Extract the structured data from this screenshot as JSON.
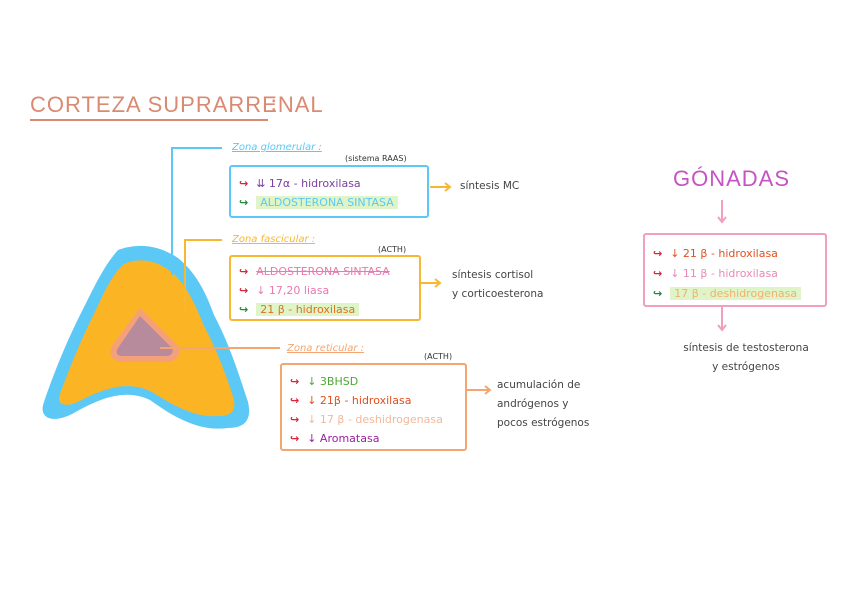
{
  "title": "CORTEZA SUPRARRENAL",
  "title_colon": ":",
  "zones": {
    "glomerular": {
      "label": "Zona glomerular :",
      "tag": "(sistema RAAS)",
      "items": [
        {
          "arrow": "↪",
          "text": "⇊ 17α - hidroxilasa"
        },
        {
          "arrow": "↪",
          "text": "ALDOSTERONA SINTASA"
        }
      ],
      "result": "síntesis MC"
    },
    "fascicular": {
      "label": "Zona fascicular :",
      "tag": "(ACTH)",
      "items": [
        {
          "arrow": "↪",
          "text": "ALDOSTERONA SINTASA"
        },
        {
          "arrow": "↪",
          "text": "↓ 17,20 liasa"
        },
        {
          "arrow": "↪",
          "text": "21 β - hidroxilasa"
        }
      ],
      "result": [
        "síntesis cortisol",
        "y corticoesterona"
      ]
    },
    "reticular": {
      "label": "Zona reticular :",
      "tag": "(ACTH)",
      "items": [
        {
          "arrow": "↪",
          "text": "↓ 3BHSD"
        },
        {
          "arrow": "↪",
          "text": "↓ 21β - hidroxilasa"
        },
        {
          "arrow": "↪",
          "text": "↓ 17 β - deshidrogenasa"
        },
        {
          "arrow": "↪",
          "text": "↓ Aromatasa"
        }
      ],
      "result": [
        "acumulación de",
        "andrógenos y",
        "pocos estrógenos"
      ]
    }
  },
  "gonadas": {
    "title": "GÓNADAS",
    "items": [
      {
        "arrow": "↪",
        "text": "↓ 21 β - hidroxilasa"
      },
      {
        "arrow": "↪",
        "text": "↓ 11 β - hidroxilasa"
      },
      {
        "arrow": "↪",
        "text": "17 β - deshidrogenasa"
      }
    ],
    "result": [
      "síntesis de testosterona",
      "y estrógenos"
    ]
  },
  "colors": {
    "cortex_outer": "#5bc8f5",
    "cortex_fill": "#fbb524",
    "medulla_border": "#f4a07a",
    "medulla_fill": "#b78b9c",
    "glomerular": "#5bc8f5",
    "fascicular": "#f7b731",
    "reticular": "#f4a570",
    "gonadas": "#f29fbf"
  }
}
